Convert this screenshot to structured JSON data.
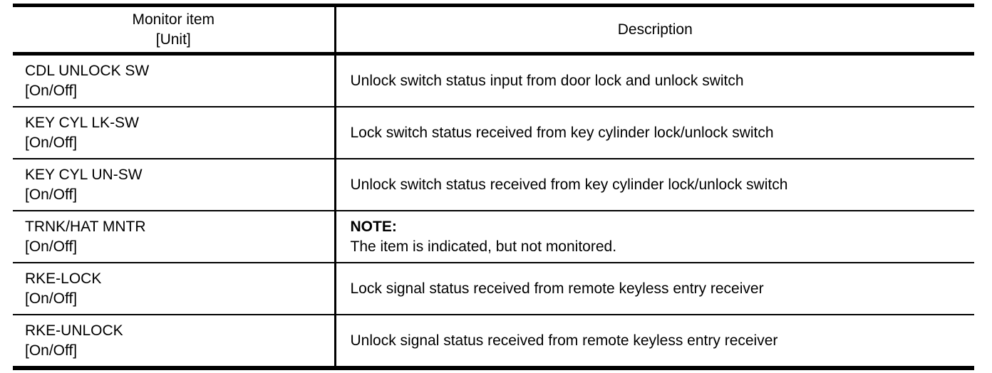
{
  "table": {
    "headers": {
      "item_line1": "Monitor item",
      "item_line2": "[Unit]",
      "description": "Description"
    },
    "rows": [
      {
        "item": "CDL UNLOCK SW",
        "unit": "[On/Off]",
        "description": "Unlock switch status input from door lock and unlock switch",
        "note_label": "",
        "note_body": ""
      },
      {
        "item": "KEY CYL LK-SW",
        "unit": "[On/Off]",
        "description": "Lock switch status received from key cylinder lock/unlock switch",
        "note_label": "",
        "note_body": ""
      },
      {
        "item": "KEY CYL UN-SW",
        "unit": "[On/Off]",
        "description": "Unlock switch status received from key cylinder lock/unlock switch",
        "note_label": "",
        "note_body": ""
      },
      {
        "item": "TRNK/HAT MNTR",
        "unit": "[On/Off]",
        "description": "",
        "note_label": "NOTE:",
        "note_body": "The item is indicated, but not monitored."
      },
      {
        "item": "RKE-LOCK",
        "unit": "[On/Off]",
        "description": "Lock signal status received from remote keyless entry receiver",
        "note_label": "",
        "note_body": ""
      },
      {
        "item": "RKE-UNLOCK",
        "unit": "[On/Off]",
        "description": "Unlock signal status received from remote keyless entry receiver",
        "note_label": "",
        "note_body": ""
      }
    ]
  },
  "colors": {
    "rule": "#000000",
    "text": "#000000",
    "background": "#ffffff"
  }
}
